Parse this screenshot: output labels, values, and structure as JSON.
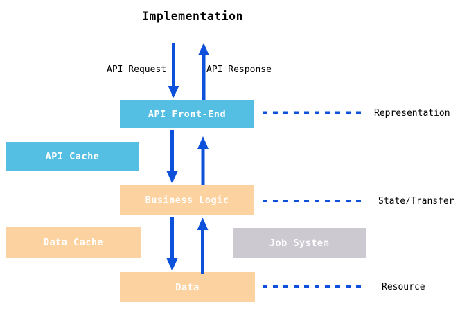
{
  "title": "Implementation",
  "flow_labels": {
    "request": "API Request",
    "response": "API Response"
  },
  "boxes": {
    "api_front_end": "API Front-End",
    "api_cache": "API Cache",
    "business_logic": "Business Logic",
    "data_cache": "Data Cache",
    "job_system": "Job System",
    "data": "Data"
  },
  "layer_labels": {
    "representation": "Representation",
    "state_transfer": "State/Transfer",
    "resource": "Resource"
  },
  "icons": {
    "down_arrow": "down-arrow",
    "up_arrow": "up-arrow",
    "dashed_connector": "dashed-connector"
  },
  "colors": {
    "box_blue": "#54BFE3",
    "box_orange": "#FCD3A0",
    "box_gray": "#CDC9D0",
    "box_text": "#FFFFFF",
    "arrow_blue": "#0D51DB",
    "text_dark": "#000000"
  }
}
